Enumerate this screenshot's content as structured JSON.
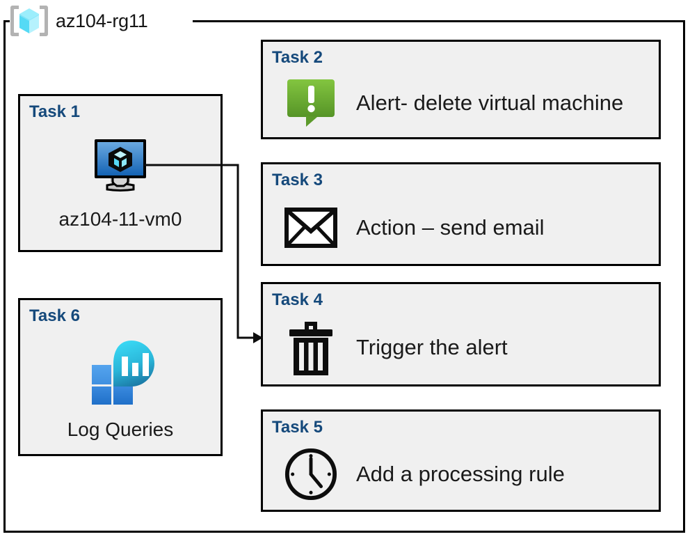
{
  "resource_group": {
    "icon": "azure-resource-group-icon",
    "name": "az104-rg11"
  },
  "cards": {
    "task1": {
      "title": "Task 1",
      "icon": "virtual-machine-icon",
      "label": "az104-11-vm0"
    },
    "task2": {
      "title": "Task 2",
      "icon": "alert-bubble-icon",
      "label": "Alert- delete virtual machine"
    },
    "task3": {
      "title": "Task 3",
      "icon": "envelope-icon",
      "label": "Action – send email"
    },
    "task4": {
      "title": "Task 4",
      "icon": "trash-can-icon",
      "label": "Trigger the alert"
    },
    "task5": {
      "title": "Task 5",
      "icon": "clock-icon",
      "label": "Add a processing rule"
    },
    "task6": {
      "title": "Task 6",
      "icon": "log-analytics-icon",
      "label": "Log Queries"
    }
  },
  "connector": {
    "from": "task1-virtual-machine-icon",
    "to": "task4-card",
    "arrow_head": "right"
  },
  "colors": {
    "card_fill": "#f0f0f0",
    "card_border": "#000000",
    "title_text": "#15497b",
    "body_text": "#1a1a1a",
    "alert_green_light": "#7fc241",
    "alert_green_dark": "#5b9a2b",
    "vm_blue_light": "#5ea0dd",
    "vm_blue_dark": "#1565b5",
    "log_blue_light": "#4a9bea",
    "log_blue_dark": "#2b7cd3",
    "log_cyan_light": "#35d3f2",
    "log_cyan_dark": "#1d7aa6",
    "rg_cube_cyan": "#8fe9fb",
    "rg_bracket_gray": "#b3b3b3"
  }
}
